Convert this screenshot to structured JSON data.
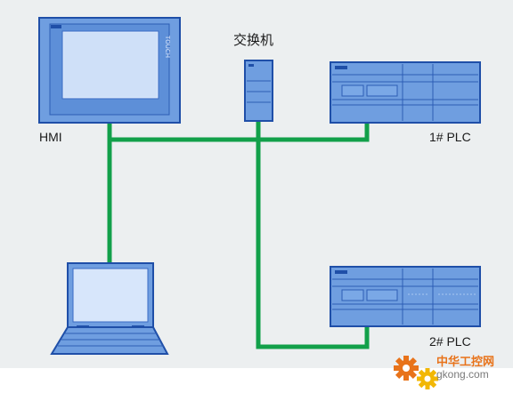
{
  "labels": {
    "hmi": "HMI",
    "switch": "交换机",
    "plc1": "1# PLC",
    "plc2": "2# PLC"
  },
  "device_marks": {
    "hmi_side_text": "TOUCH"
  },
  "watermark": {
    "cn": "中华工控网",
    "url": "gkong.com"
  },
  "colors": {
    "background_panel": "#eceff0",
    "device_fill": "#6f9ee0",
    "device_dark": "#1f4fa8",
    "screen_fill": "#d7e6fb",
    "network_line": "#12a04a",
    "watermark_orange": "#e8731a",
    "watermark_yellow": "#f2b705"
  },
  "icons": [
    "hmi-panel-icon",
    "switch-icon",
    "plc-icon",
    "laptop-icon",
    "gear-icon"
  ]
}
